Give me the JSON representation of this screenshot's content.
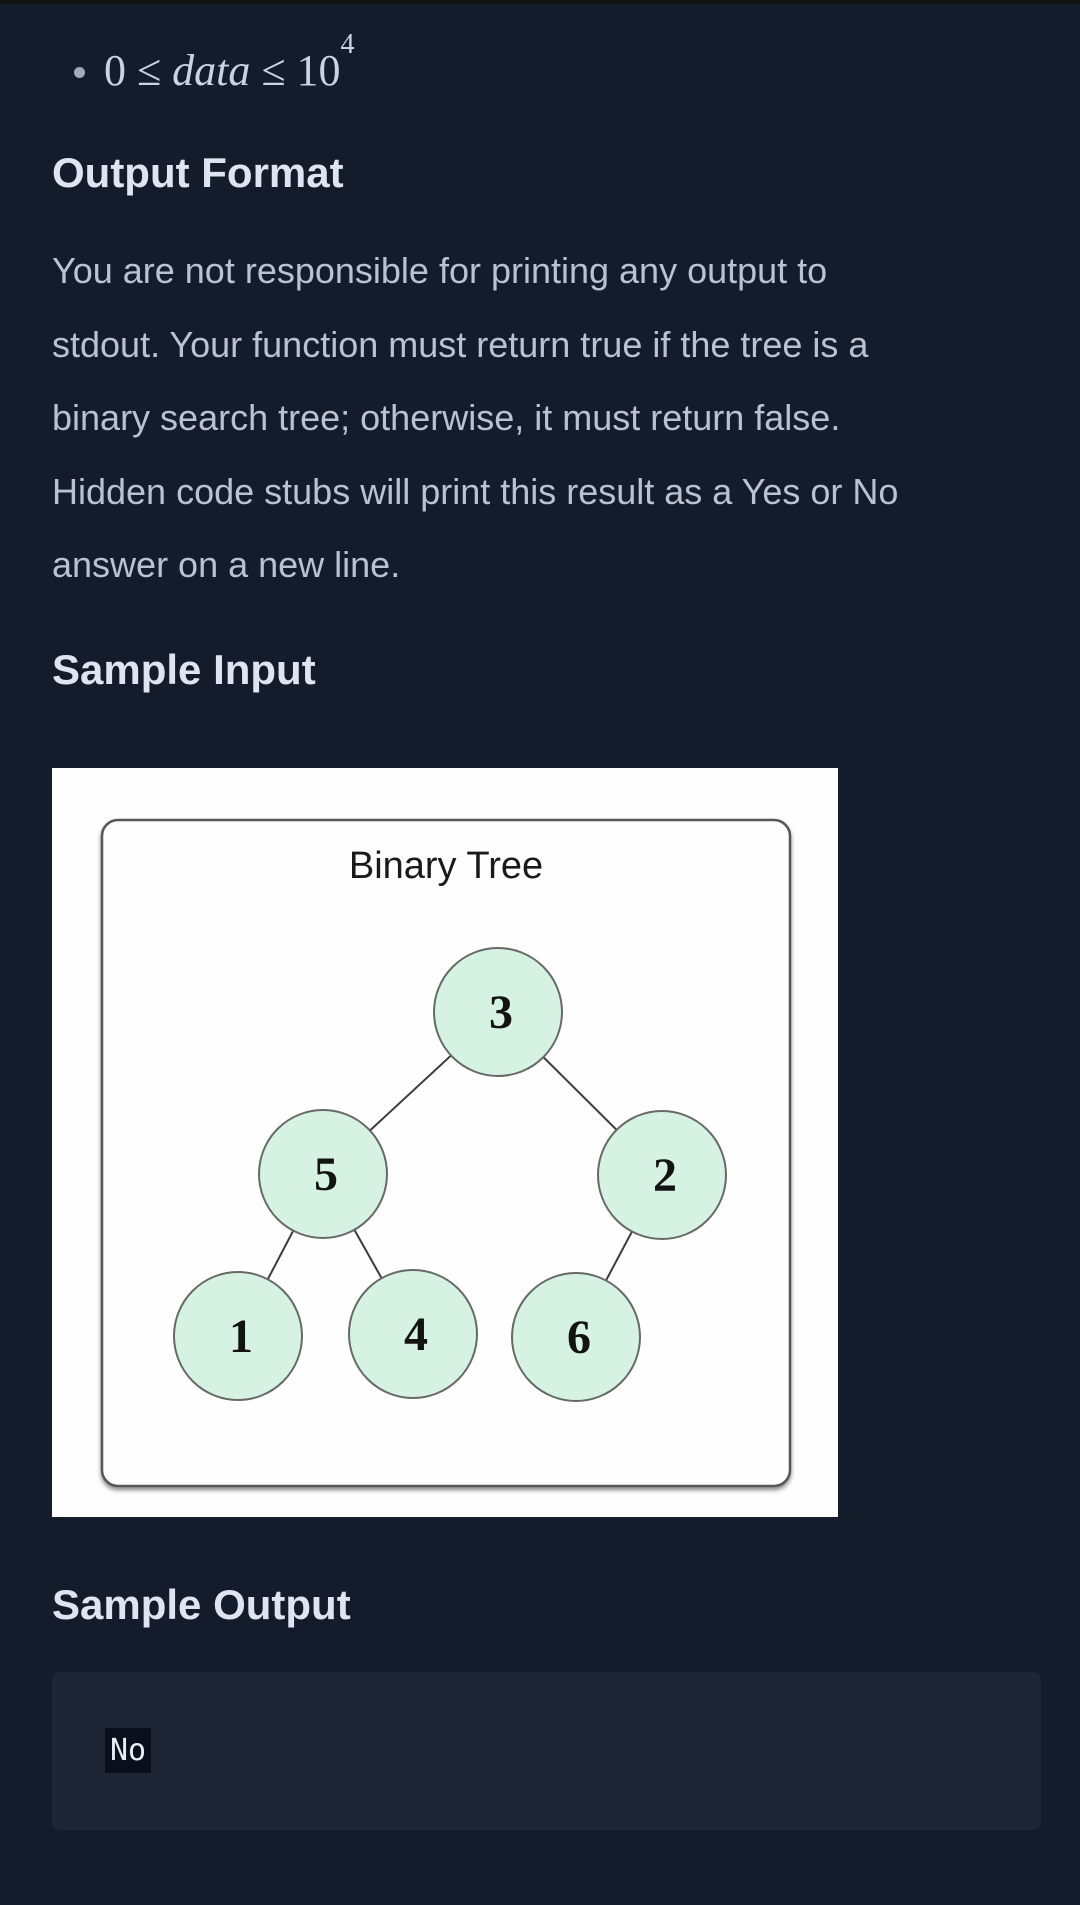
{
  "colors": {
    "page_background": "#141B2A",
    "heading_text": "#DEE5F1",
    "body_text": "#B9C2D2",
    "math_text": "#C9D3E3",
    "code_block_background": "#1E2534",
    "code_highlight_background": "#0A0F1C",
    "figure_background": "#FEFEFE",
    "tree_node_fill": "#D6F2E2",
    "tree_node_stroke": "#666A67"
  },
  "constraints": {
    "bullet": {
      "lhs": "0",
      "rel1": "≤",
      "variable": "data",
      "rel2": "≤",
      "base": "10",
      "exponent": "4"
    }
  },
  "sections": {
    "output_format": {
      "heading": "Output Format",
      "lines": [
        "You are not responsible for printing any output to",
        "stdout. Your function must return true if the tree is a",
        "binary search tree; otherwise, it must return false.",
        "Hidden code stubs will print this result as a Yes or No",
        "answer on a new line."
      ]
    },
    "sample_input": {
      "heading": "Sample Input",
      "image": {
        "title": "Binary Tree",
        "nodes": [
          "3",
          "5",
          "2",
          "1",
          "4",
          "6"
        ],
        "edges": [
          [
            "3",
            "5"
          ],
          [
            "3",
            "2"
          ],
          [
            "5",
            "1"
          ],
          [
            "5",
            "4"
          ],
          [
            "2",
            "6"
          ]
        ]
      }
    },
    "sample_output": {
      "heading": "Sample Output",
      "value": "No"
    }
  }
}
